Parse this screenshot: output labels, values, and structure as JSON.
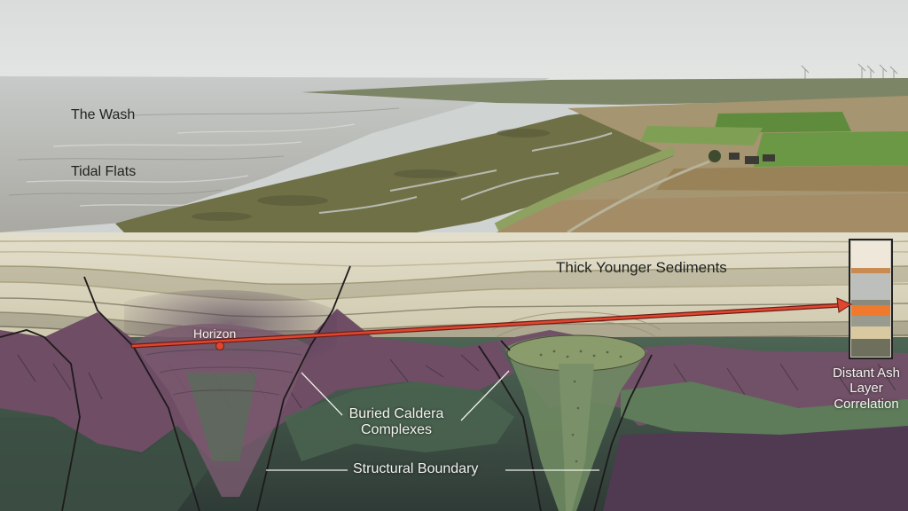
{
  "labels": {
    "wash": "The Wash",
    "tidal_flats": "Tidal Flats",
    "thick_sediments": "Thick Younger Sediments",
    "horizon": "Horizon",
    "ash_correlation": [
      "Distant Ash",
      "Layer",
      "Correlation"
    ],
    "buried_caldera": [
      "Buried Caldera",
      "Complexes"
    ],
    "structural_boundary": "Structural Boundary"
  },
  "colors": {
    "horizon_line": "#e0462f",
    "sky": "#d4d8d7",
    "sea": "#b9bdbb",
    "marsh": "#6e6f45",
    "field": "#5d8a3c",
    "sediment_light": "#ddd8c4",
    "caldera_purple": "#6c4c62",
    "basement_green": "#44574a"
  }
}
